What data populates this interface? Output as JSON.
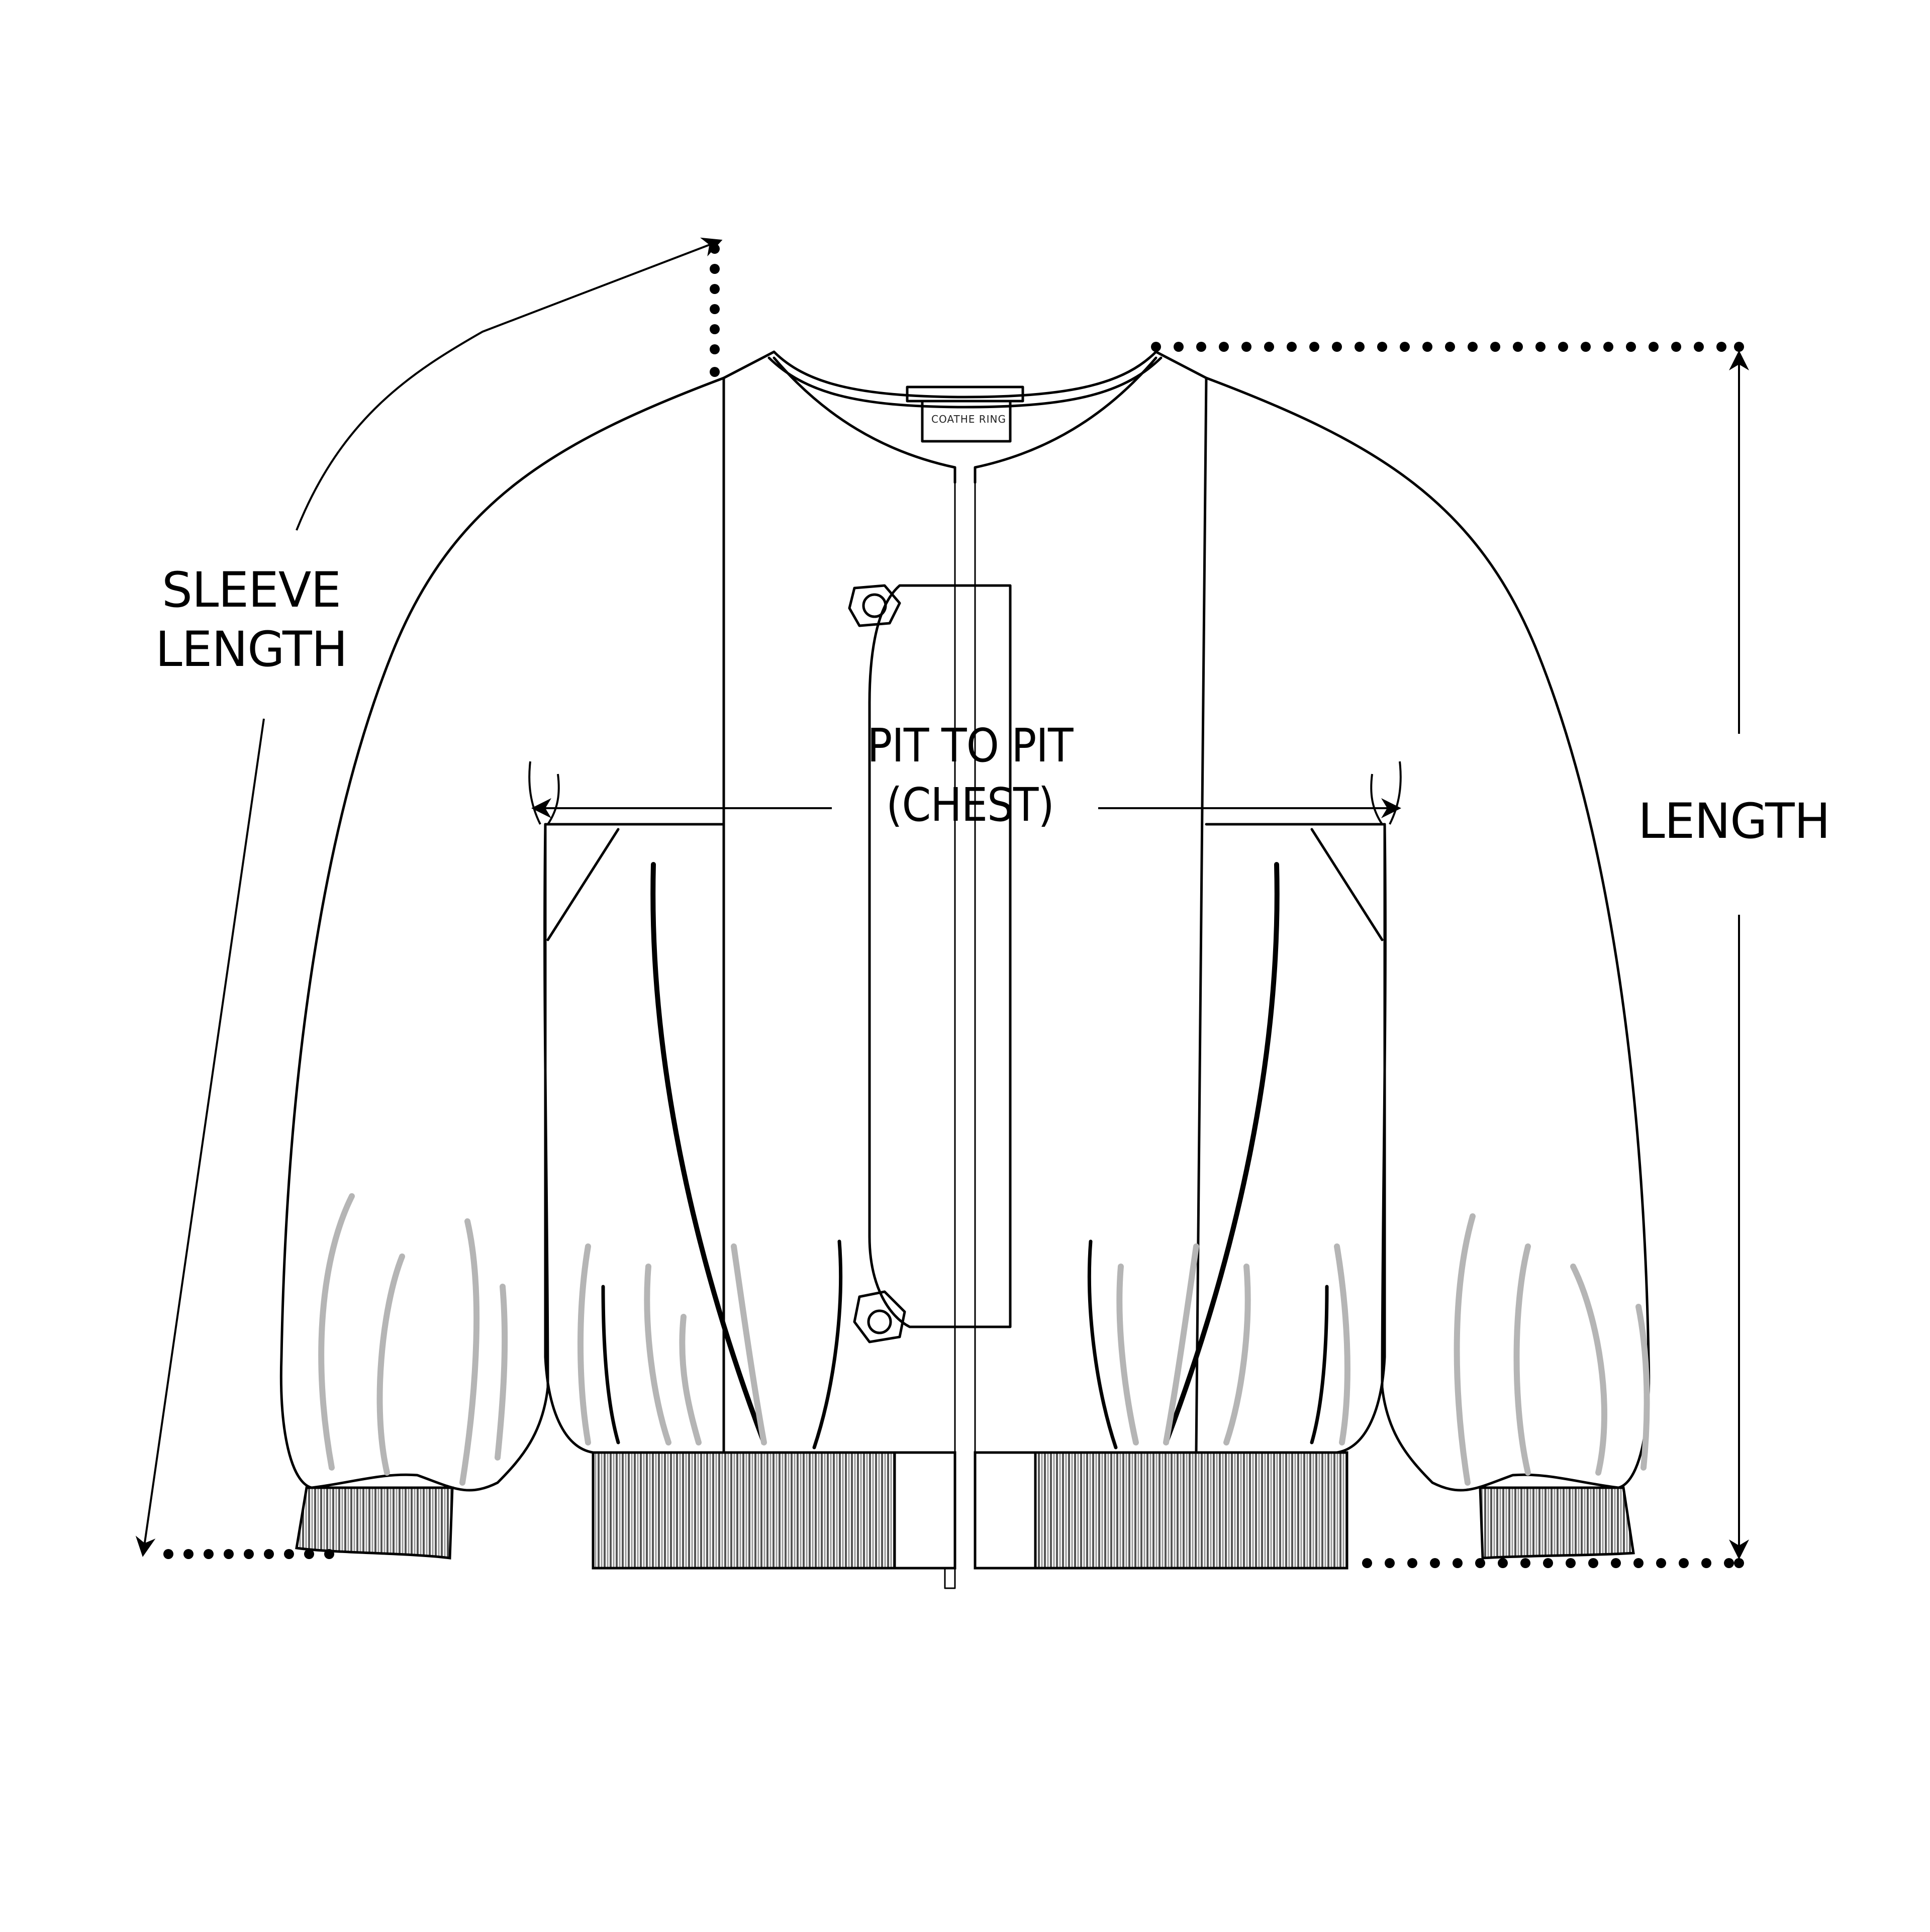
{
  "diagram": {
    "type": "garment measurement guide",
    "garment": "bomber jacket",
    "colors": {
      "line": "#000000",
      "shading": "#b5b5b5",
      "background": "#ffffff"
    },
    "tag_text": "COATHE RING",
    "measurements": {
      "sleeve": {
        "line1": "SLEEVE",
        "line2": "LENGTH"
      },
      "chest": {
        "line1": "PIT TO PIT",
        "line2": "(CHEST)"
      },
      "length": {
        "line1": "LENGTH"
      }
    }
  }
}
